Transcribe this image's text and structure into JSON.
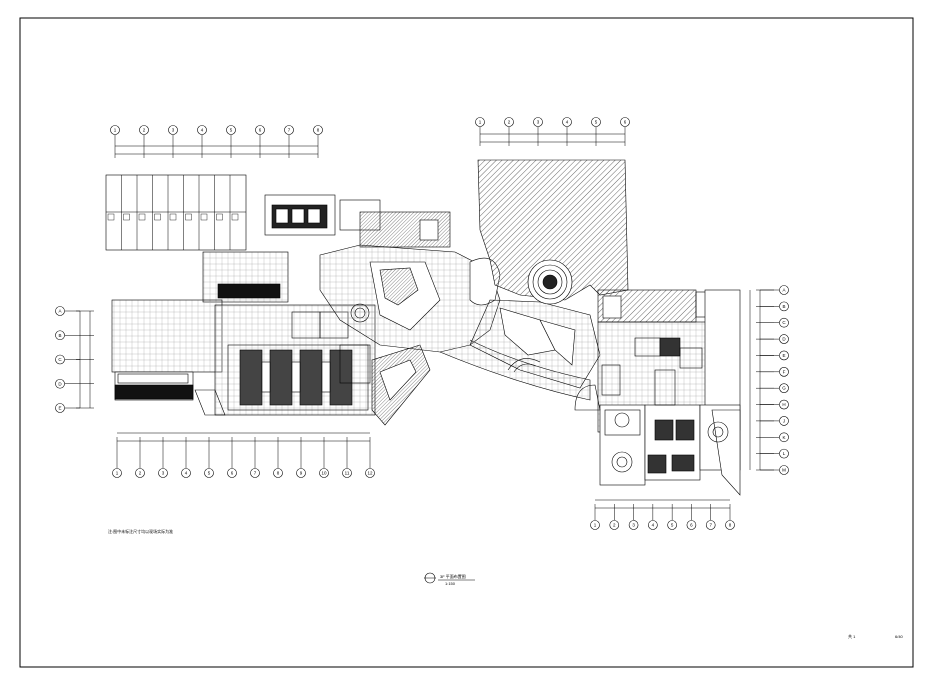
{
  "drawing": {
    "caption": "3F 平面布置图",
    "caption_scale": "1:150",
    "left_note": "注:图中未标注尺寸均以现场实际为准",
    "sheet_number": "6/40",
    "sheet_prefix": "共 1"
  },
  "grids": {
    "top_left": [
      "1",
      "2",
      "3",
      "4",
      "5",
      "6",
      "7",
      "8"
    ],
    "top_right": [
      "1",
      "2",
      "3",
      "4",
      "5",
      "6"
    ],
    "left": [
      "A",
      "B",
      "C",
      "D",
      "E"
    ],
    "bottom_left": [
      "1",
      "2",
      "3",
      "4",
      "5",
      "6",
      "7",
      "8",
      "9",
      "10",
      "11",
      "12"
    ],
    "right": [
      "A",
      "B",
      "C",
      "D",
      "E",
      "F",
      "G",
      "H",
      "J",
      "K",
      "L",
      "M"
    ],
    "bottom_right": [
      "1",
      "2",
      "3",
      "4",
      "5",
      "6",
      "7",
      "8"
    ]
  },
  "colors": {
    "line": "#000000",
    "paper": "#ffffff",
    "hatch": "#444444"
  }
}
